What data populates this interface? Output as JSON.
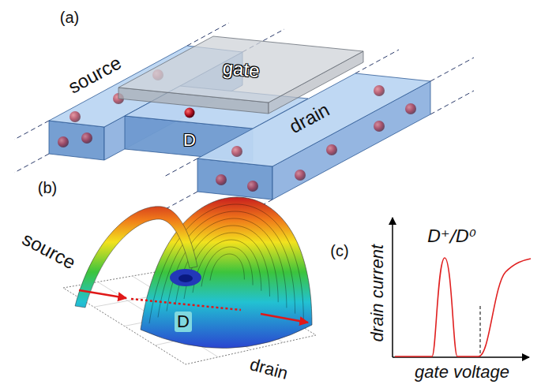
{
  "diagram": {
    "nodes": [
      {
        "text": [
          "source"
        ]
      },
      {
        "text": [
          "gate"
        ]
      },
      {
        "text": [
          "D"
        ]
      },
      {
        "text": [
          "drain"
        ]
      }
    ],
    "labels": [
      "(a)",
      "(b)",
      "source",
      "D",
      "drain",
      "(c)",
      "D⁺/D⁰",
      "drain current",
      "gate voltage"
    ]
  }
}
